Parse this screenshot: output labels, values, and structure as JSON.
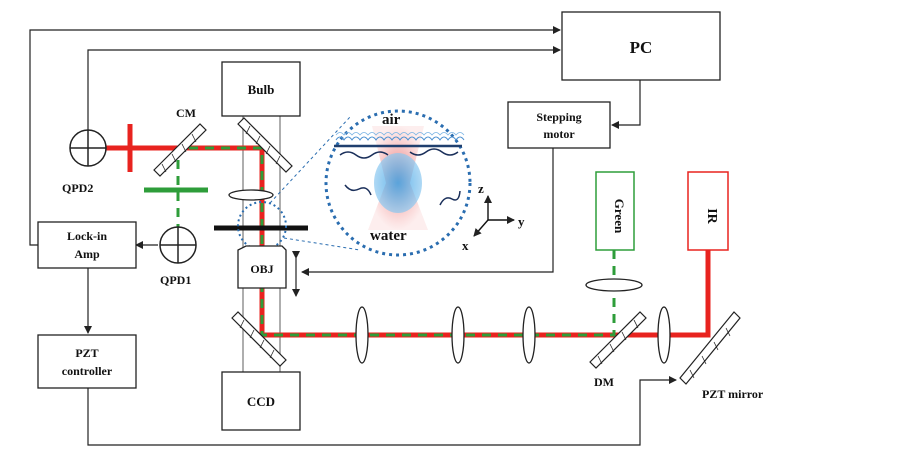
{
  "labels": {
    "pc": "PC",
    "stepping_motor_line1": "Stepping",
    "stepping_motor_line2": "motor",
    "bulb": "Bulb",
    "cm": "CM",
    "qpd2": "QPD2",
    "qpd1": "QPD1",
    "lockin_line1": "Lock-in",
    "lockin_line2": "Amp",
    "pzt_controller_line1": "PZT",
    "pzt_controller_line2": "controller",
    "obj": "OBJ",
    "ccd": "CCD",
    "green": "Green",
    "ir": "IR",
    "dm": "DM",
    "pzt_mirror": "PZT mirror",
    "air": "air",
    "water": "water",
    "axis_z": "z",
    "axis_y": "y",
    "axis_x": "x"
  },
  "colors": {
    "ir_beam": "#e8231f",
    "green_beam": "#2e9d3a",
    "inset_border": "#2a6db0"
  }
}
